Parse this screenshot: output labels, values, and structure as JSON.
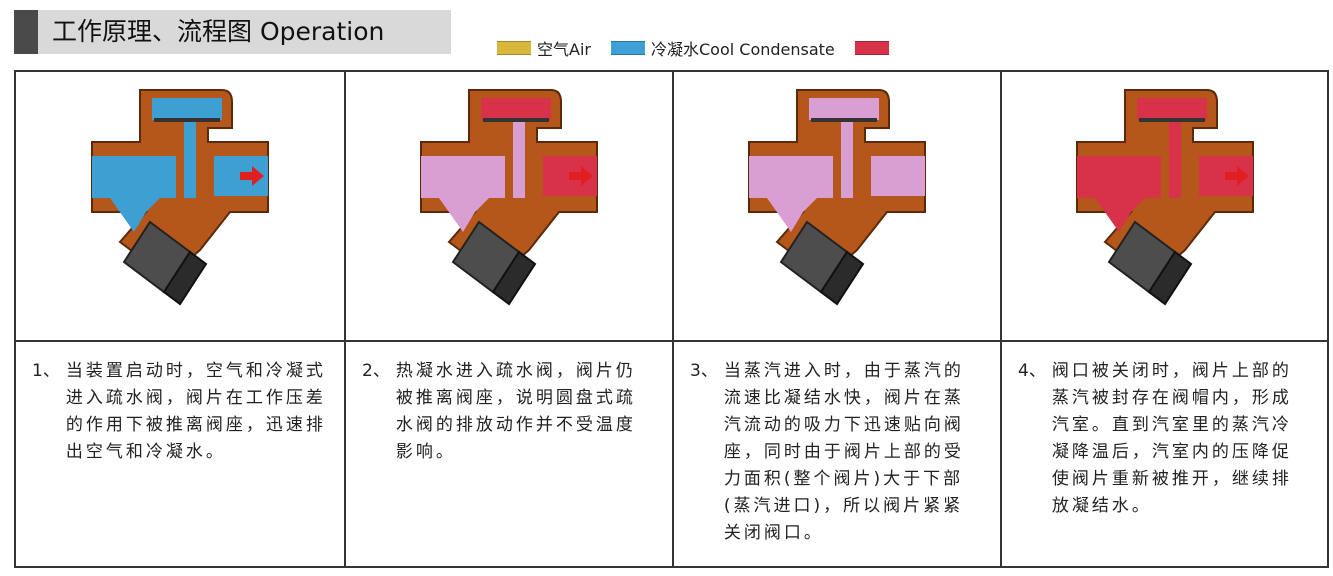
{
  "header": {
    "title": "工作原理、流程图 Operation"
  },
  "legend": [
    {
      "label": "空气Air",
      "color": "#d8b83c"
    },
    {
      "label": "冷凝水Cool Condensate",
      "color": "#3e9fd3"
    },
    {
      "label": "",
      "color": "#d8314a"
    }
  ],
  "colors": {
    "body": "#b5561b",
    "body_edge": "#5a2a0c",
    "air": "#d8b83c",
    "condensate": "#3e9fd3",
    "steam": "#d8314a",
    "mixed": "#d99fd3",
    "strainer_cap": "#4d4d4d",
    "arrow": "#e02020"
  },
  "steps": [
    {
      "number": "1、",
      "text": "当装置启动时，空气和冷凝式进入疏水阀，阀片在工作压差的作用下被推离阀座，迅速排出空气和冷凝水。",
      "fill": "condensate"
    },
    {
      "number": "2、",
      "text": "热凝水进入疏水阀，阀片仍被推离阀座，说明圆盘式疏水阀的排放动作并不受温度影响。",
      "fill": "mixed"
    },
    {
      "number": "3、",
      "text": "当蒸汽进入时，由于蒸汽的流速比凝结水快，阀片在蒸汽流动的吸力下迅速贴向阀座，同时由于阀片上部的受力面积(整个阀片)大于下部(蒸汽进口)，所以阀片紧紧关闭阀口。",
      "fill": "mixed"
    },
    {
      "number": "4、",
      "text": "阀口被关闭时，阀片上部的蒸汽被封存在阀帽内，形成汽室。直到汽室里的蒸汽冷凝降温后，汽室内的压降促使阀片重新被推开，继续排放凝结水。",
      "fill": "steam"
    }
  ]
}
